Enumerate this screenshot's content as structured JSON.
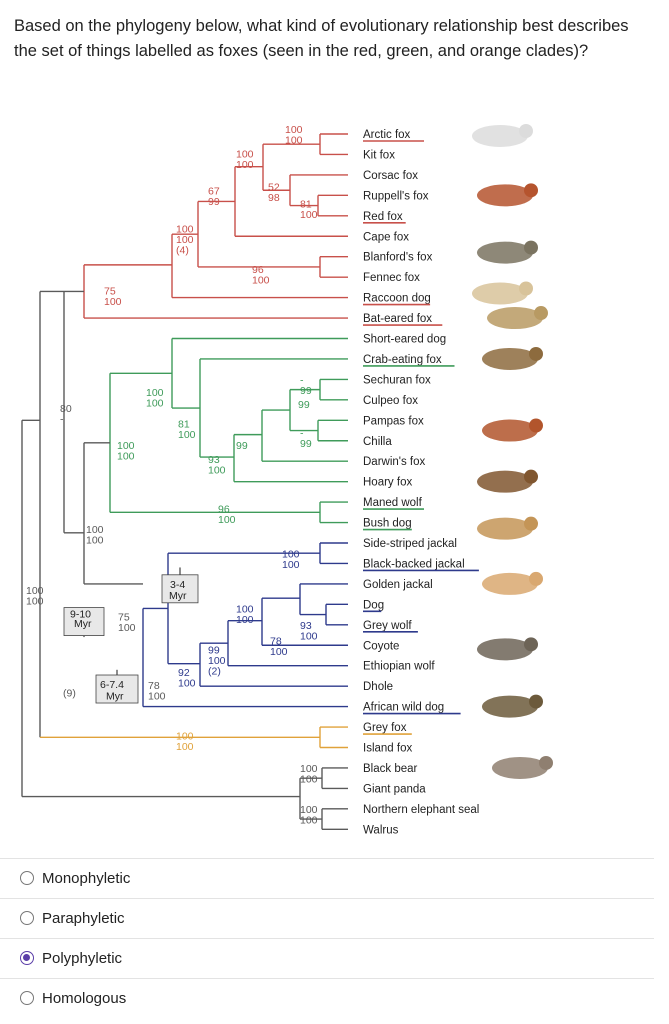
{
  "question": "Based on the phylogeny below, what kind of evolutionary relationship best describes the set of things labelled as foxes (seen in the red, green, and orange clades)?",
  "colors": {
    "red": "#c8504a",
    "green": "#3f9b5a",
    "blue": "#2e3a8c",
    "orange": "#e0a23a",
    "gray": "#5a5a5a",
    "selected": "#5b3ea8"
  },
  "taxa": [
    "Arctic fox",
    "Kit fox",
    "Corsac fox",
    "Ruppell's fox",
    "Red fox",
    "Cape fox",
    "Blanford's fox",
    "Fennec fox",
    "Raccoon dog",
    "Bat-eared fox",
    "Short-eared dog",
    "Crab-eating fox",
    "Sechuran fox",
    "Culpeo fox",
    "Pampas fox",
    "Chilla",
    "Darwin's fox",
    "Hoary fox",
    "Maned wolf",
    "Bush dog",
    "Side-striped jackal",
    "Black-backed jackal",
    "Golden jackal",
    "Dog",
    "Grey wolf",
    "Coyote",
    "Ethiopian wolf",
    "Dhole",
    "African wild dog",
    "Grey fox",
    "Island fox",
    "Black bear",
    "Giant panda",
    "Northern elephant seal",
    "Walrus"
  ],
  "animal_icons": [
    "arctic-fox-icon",
    "red-fox-icon",
    "raccoon-dog-icon",
    "fennec-fox-icon",
    "bat-eared-fox-icon",
    "bush-dog-icon",
    "maned-wolf-icon",
    "darwins-fox-icon",
    "jackal-icon",
    "dog-icon",
    "grey-wolf-icon",
    "african-wild-dog-icon",
    "grey-fox-icon"
  ],
  "node_labels": {
    "n1": [
      "100",
      "100"
    ],
    "n2": [
      "100",
      "100"
    ],
    "n3": [
      "52",
      "98"
    ],
    "n4": [
      "81",
      "100"
    ],
    "n5": [
      "67",
      "99"
    ],
    "n6": [
      "100",
      "100",
      "(4)"
    ],
    "n7": [
      "96",
      "100"
    ],
    "n8": [
      "75",
      "100"
    ],
    "n9": [
      "80",
      "-"
    ],
    "n10": [
      "100",
      "100"
    ],
    "n11": [
      "81",
      "100"
    ],
    "n12": [
      "99"
    ],
    "n13": [
      "-",
      "99"
    ],
    "n14": [
      "-",
      "99"
    ],
    "n15": [
      "99"
    ],
    "n16": [
      "93",
      "100"
    ],
    "n17": [
      "96",
      "100"
    ],
    "n18": [
      "100",
      "100"
    ],
    "n19": [
      "100",
      "100"
    ],
    "n20": [
      "9-10",
      "Myr"
    ],
    "n21": [
      "100",
      "100"
    ],
    "n22": [
      "3-4",
      "Myr"
    ],
    "n23": [
      "100",
      "100"
    ],
    "n24": [
      "93",
      "100"
    ],
    "n25": [
      "78",
      "100"
    ],
    "n26": [
      "99",
      "100",
      "(2)"
    ],
    "n27": [
      "92",
      "100"
    ],
    "n28": [
      "75",
      "100"
    ],
    "n29": [
      "6-7.4",
      "Myr"
    ],
    "n30": [
      "78",
      "100"
    ],
    "n31": [
      "100",
      "100"
    ],
    "n32": [
      "(9)"
    ],
    "n33": [
      "100",
      "100"
    ],
    "n34": [
      "100",
      "100"
    ]
  },
  "options": [
    {
      "label": "Monophyletic",
      "selected": false
    },
    {
      "label": "Paraphyletic",
      "selected": false
    },
    {
      "label": "Polyphyletic",
      "selected": true
    },
    {
      "label": "Homologous",
      "selected": false
    }
  ]
}
